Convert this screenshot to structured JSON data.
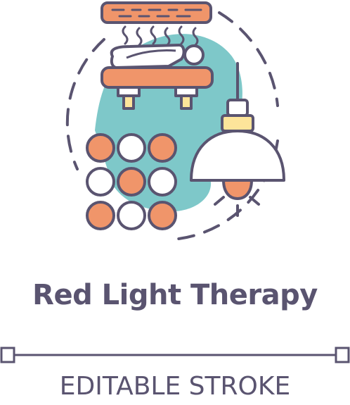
{
  "title": "Red Light Therapy",
  "subtitle": "EDITABLE STROKE",
  "icon": {
    "name": "red-light-therapy-icon",
    "elements": [
      "heat-panel-icon",
      "heat-waves-icon",
      "person-lying-icon",
      "therapy-bed-icon",
      "led-grid-icon",
      "hanging-lamp-icon",
      "light-bulb-icon"
    ]
  },
  "colors": {
    "outline": "#5a5470",
    "teal": "#7ec8c9",
    "orange": "#f0956a",
    "yellow": "#fde49a",
    "white": "#ffffff"
  },
  "led_grid": {
    "rows": [
      [
        "orange",
        "white",
        "orange"
      ],
      [
        "white",
        "orange",
        "white"
      ],
      [
        "orange",
        "white",
        "orange"
      ]
    ]
  }
}
